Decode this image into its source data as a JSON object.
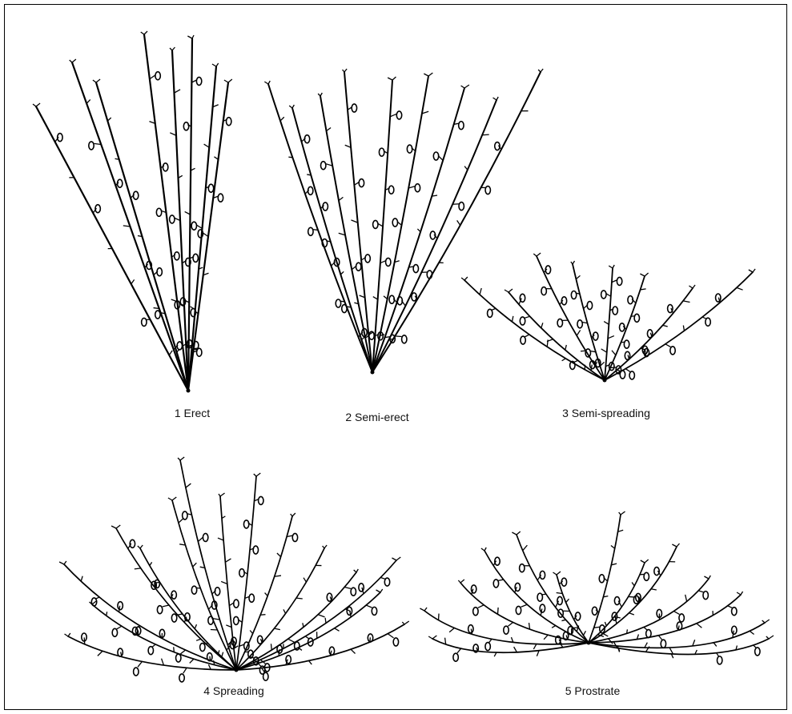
{
  "figure": {
    "captions": {
      "erect": "1 Erect",
      "semi_erect": "2 Semi-erect",
      "semi_spreading": "3 Semi-spreading",
      "spreading": "4 Spreading",
      "prostrate": "5 Prostrate"
    },
    "ink_color": "#000000",
    "background_color": "#ffffff"
  }
}
